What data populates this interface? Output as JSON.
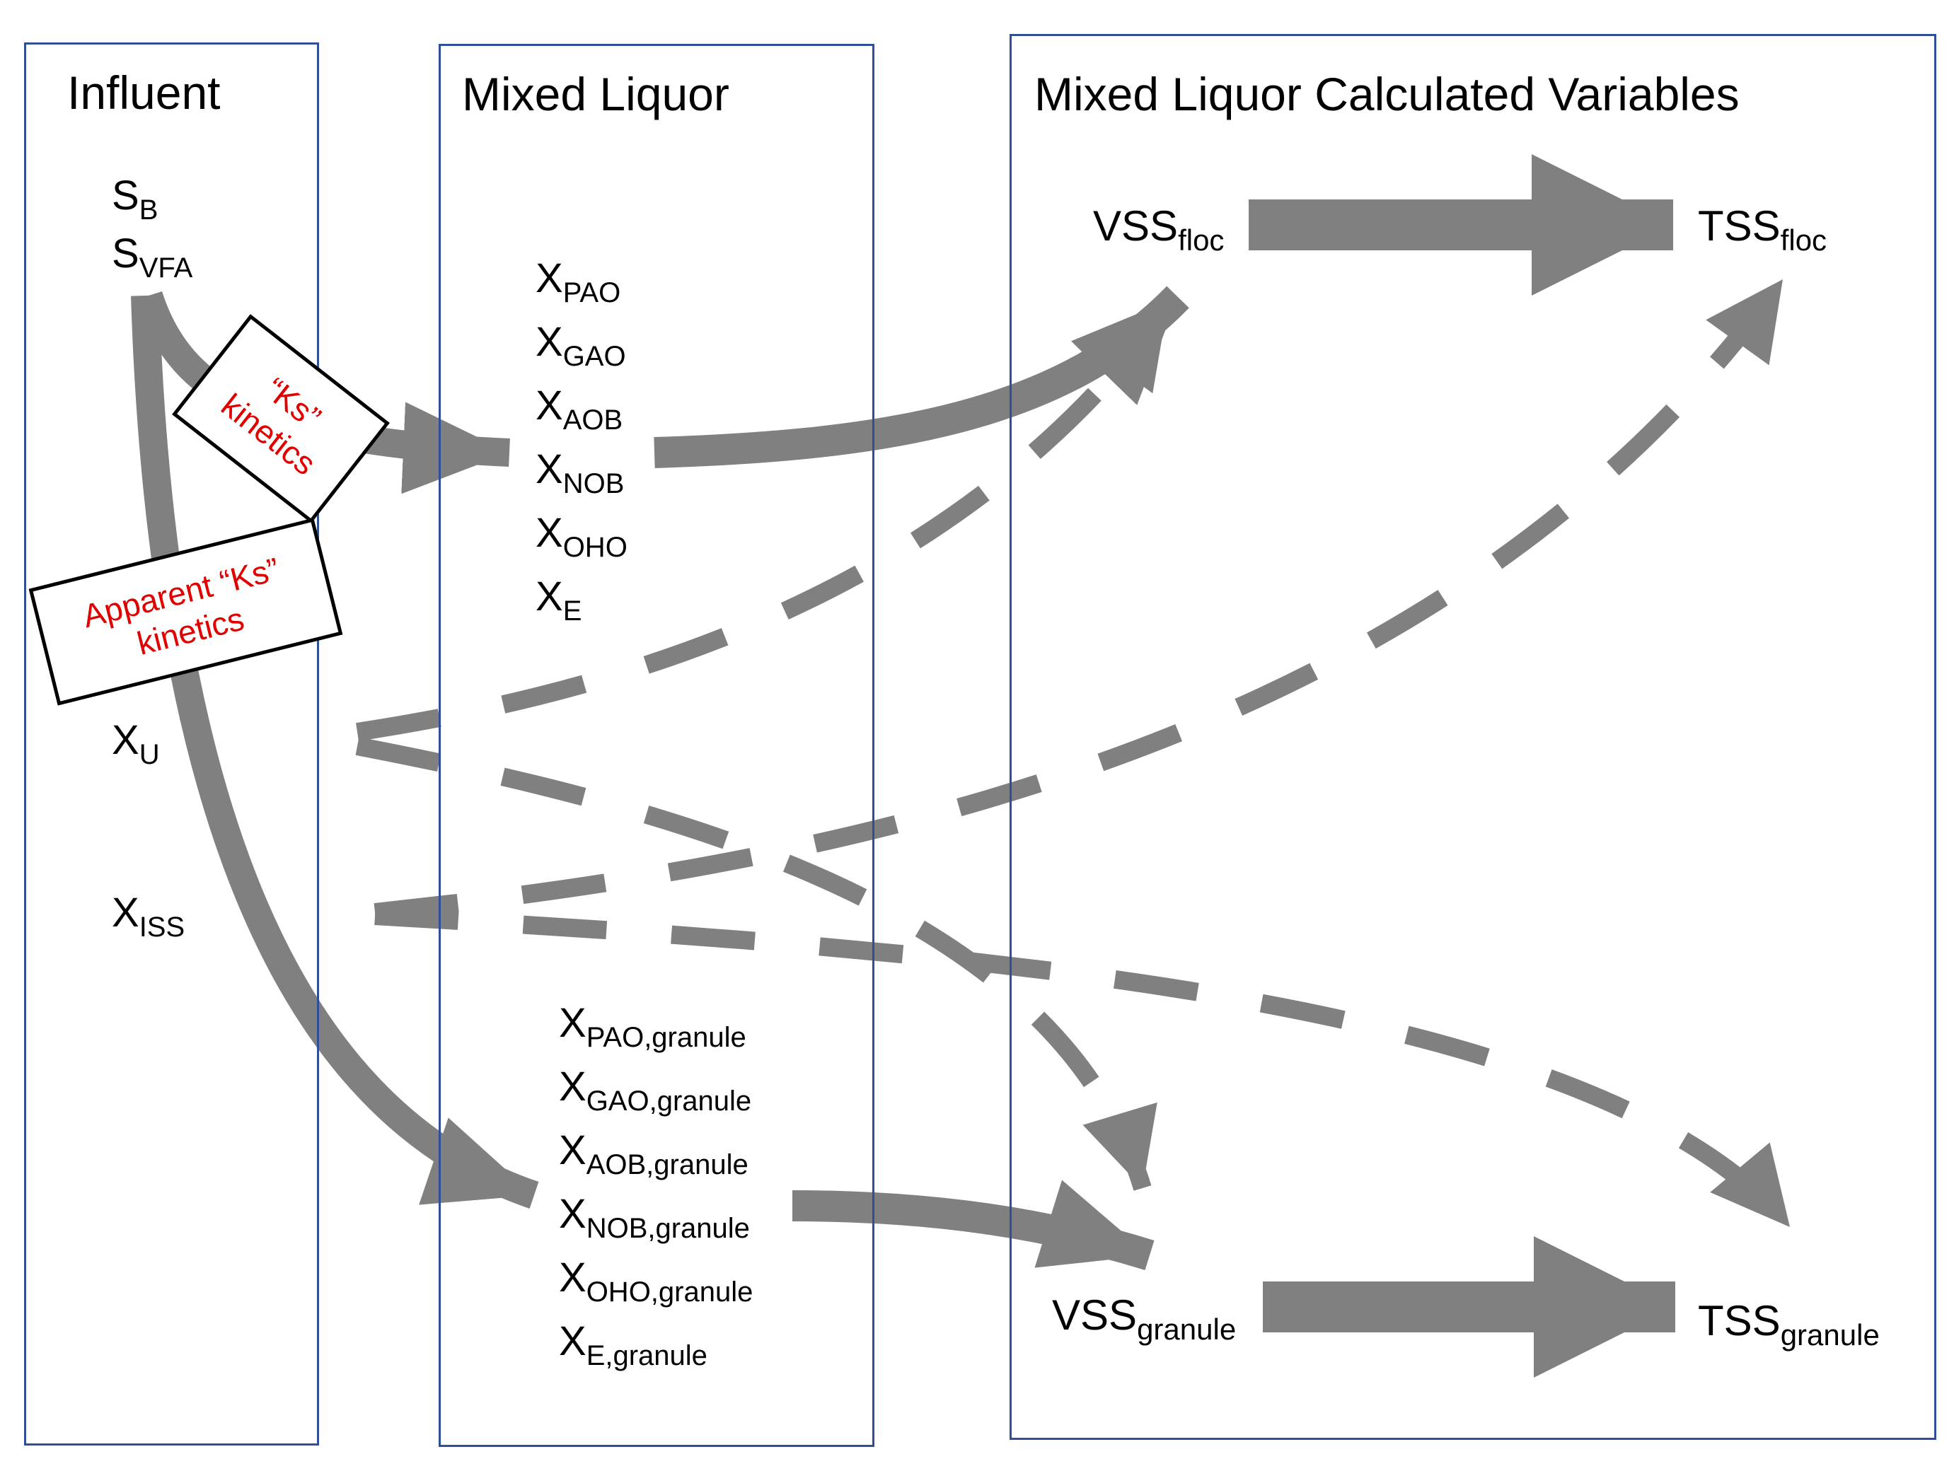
{
  "panels": {
    "influent": {
      "title": "Influent"
    },
    "mixed_liquor": {
      "title": "Mixed Liquor"
    },
    "calculated": {
      "title": "Mixed Liquor Calculated Variables"
    }
  },
  "influent_vars": {
    "sb": {
      "main": "S",
      "sub": "B"
    },
    "svfa": {
      "main": "S",
      "sub": "VFA"
    },
    "xu": {
      "main": "X",
      "sub": "U"
    },
    "xiss": {
      "main": "X",
      "sub": "ISS"
    }
  },
  "floc_vars": [
    {
      "main": "X",
      "sub": "PAO"
    },
    {
      "main": "X",
      "sub": "GAO"
    },
    {
      "main": "X",
      "sub": "AOB"
    },
    {
      "main": "X",
      "sub": "NOB"
    },
    {
      "main": "X",
      "sub": "OHO"
    },
    {
      "main": "X",
      "sub": "E"
    }
  ],
  "granule_vars": [
    {
      "main": "X",
      "sub": "PAO,granule"
    },
    {
      "main": "X",
      "sub": "GAO,granule"
    },
    {
      "main": "X",
      "sub": "AOB,granule"
    },
    {
      "main": "X",
      "sub": "NOB,granule"
    },
    {
      "main": "X",
      "sub": "OHO,granule"
    },
    {
      "main": "X",
      "sub": "E,granule"
    }
  ],
  "calc_vars": {
    "vss_floc": {
      "main": "VSS",
      "sub": "floc"
    },
    "tss_floc": {
      "main": "TSS",
      "sub": "floc"
    },
    "vss_granule": {
      "main": "VSS",
      "sub": "granule"
    },
    "tss_granule": {
      "main": "TSS",
      "sub": "granule"
    }
  },
  "labels": {
    "ks_kinetics": {
      "line1": "“Ks”",
      "line2": "kinetics"
    },
    "apparent_ks": {
      "line1": "Apparent “Ks”",
      "line2": "kinetics"
    }
  },
  "colors": {
    "arrow": "#808080",
    "panel_border": "#2f4f96",
    "label_text": "#e00000"
  }
}
